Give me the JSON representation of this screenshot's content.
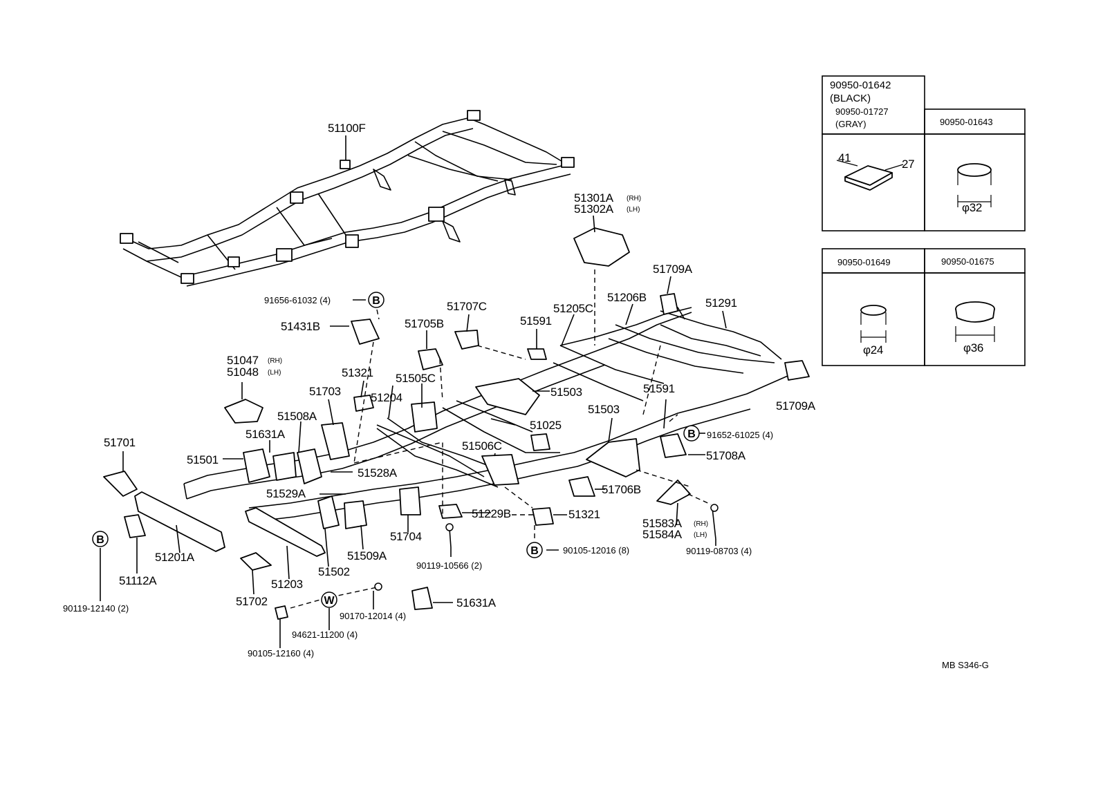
{
  "labels": {
    "p51100F": "51100F",
    "p51301A": "51301A",
    "p51302A": "51302A",
    "rh": "(RH)",
    "lh": "(LH)",
    "p51709A_top": "51709A",
    "p51709A_right": "51709A",
    "p51206B": "51206B",
    "p51291": "51291",
    "p51205C": "51205C",
    "p51591_a": "51591",
    "p51591_b": "51591",
    "p51707C": "51707C",
    "p51705B": "51705B",
    "p91656": "91656-61032 (4)",
    "p51431B": "51431B",
    "p51047": "51047",
    "p51048": "51048",
    "p51321_a": "51321",
    "p51321_b": "51321",
    "p51505C": "51505C",
    "p51503_a": "51503",
    "p51503_b": "51503",
    "p51703": "51703",
    "p51204": "51204",
    "p51508A": "51508A",
    "p51025": "51025",
    "p51631A_a": "51631A",
    "p51631A_b": "51631A",
    "p91652": "91652-61025 (4)",
    "p51701": "51701",
    "p51501": "51501",
    "p51506C": "51506C",
    "p51708A": "51708A",
    "p51528A": "51528A",
    "p51529A": "51529A",
    "p51706B": "51706B",
    "p51229B": "51229B",
    "p51583A": "51583A",
    "p51584A": "51584A",
    "p51704": "51704",
    "p51201A": "51201A",
    "p51509A": "51509A",
    "p90105_12016": "90105-12016 (8)",
    "p90119_08703": "90119-08703 (4)",
    "p90119_10566": "90119-10566 (2)",
    "p51502": "51502",
    "p51112A": "51112A",
    "p51203": "51203",
    "p51702": "51702",
    "p90119_12140": "90119-12140 (2)",
    "p90170": "90170-12014 (4)",
    "p94621": "94621-11200 (4)",
    "p90105_12160": "90105-12160 (4)",
    "diagram_code": "MB S346-G"
  },
  "markers": {
    "b": "B",
    "w": "W"
  },
  "plug_table": {
    "cell1_line1": "90950-01642",
    "cell1_line2": "(BLACK)",
    "cell1_line3": "90950-01727",
    "cell1_line4": "(GRAY)",
    "cell2": "90950-01643",
    "cell3": "90950-01649",
    "cell4": "90950-01675",
    "dim_41": "41",
    "dim_27": "27",
    "dim_32": "φ32",
    "dim_24": "φ24",
    "dim_36": "φ36"
  }
}
